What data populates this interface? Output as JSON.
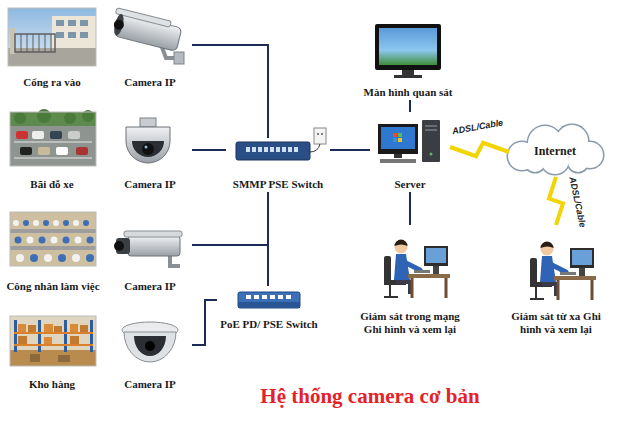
{
  "diagram": {
    "title": "Hệ thống camera cơ bản",
    "nodes": [
      {
        "text": [
          "Cổng ra vào"
        ]
      },
      {
        "text": [
          "Camera IP"
        ]
      },
      {
        "text": [
          "Bãi đỗ xe"
        ]
      },
      {
        "text": [
          "Camera IP"
        ]
      },
      {
        "text": [
          "Công nhân làm việc"
        ]
      },
      {
        "text": [
          "Camera IP"
        ]
      },
      {
        "text": [
          "Kho hàng"
        ]
      },
      {
        "text": [
          "Camera IP"
        ]
      },
      {
        "text": [
          "SMMP PSE Switch"
        ]
      },
      {
        "text": [
          "PoE PD/ PSE Switch"
        ]
      },
      {
        "text": [
          "Màn hình quan sát"
        ]
      },
      {
        "text": [
          "Server"
        ]
      },
      {
        "text": [
          "Internet"
        ]
      },
      {
        "text": [
          "Giám sát trong mạng Ghi hình và xem lại"
        ]
      },
      {
        "text": [
          "Giám sát từ xa Ghi hình và xem lại"
        ]
      }
    ],
    "edges": [
      {
        "from": 1,
        "to": 8,
        "arrow": "none"
      },
      {
        "from": 3,
        "to": 8,
        "arrow": "none"
      },
      {
        "from": 5,
        "to": 9,
        "arrow": "none"
      },
      {
        "from": 7,
        "to": 9,
        "arrow": "none"
      },
      {
        "from": 9,
        "to": 8,
        "arrow": "none"
      },
      {
        "from": 8,
        "to": 11,
        "arrow": "none"
      },
      {
        "from": 11,
        "to": 10,
        "arrow": "none"
      },
      {
        "from": 11,
        "to": 13,
        "arrow": "none"
      },
      {
        "from": 11,
        "to": 12,
        "label": "ADSL/Cable",
        "arrow": "none"
      },
      {
        "from": 12,
        "to": 14,
        "label": "ADSL/Cable",
        "arrow": "none"
      }
    ]
  }
}
